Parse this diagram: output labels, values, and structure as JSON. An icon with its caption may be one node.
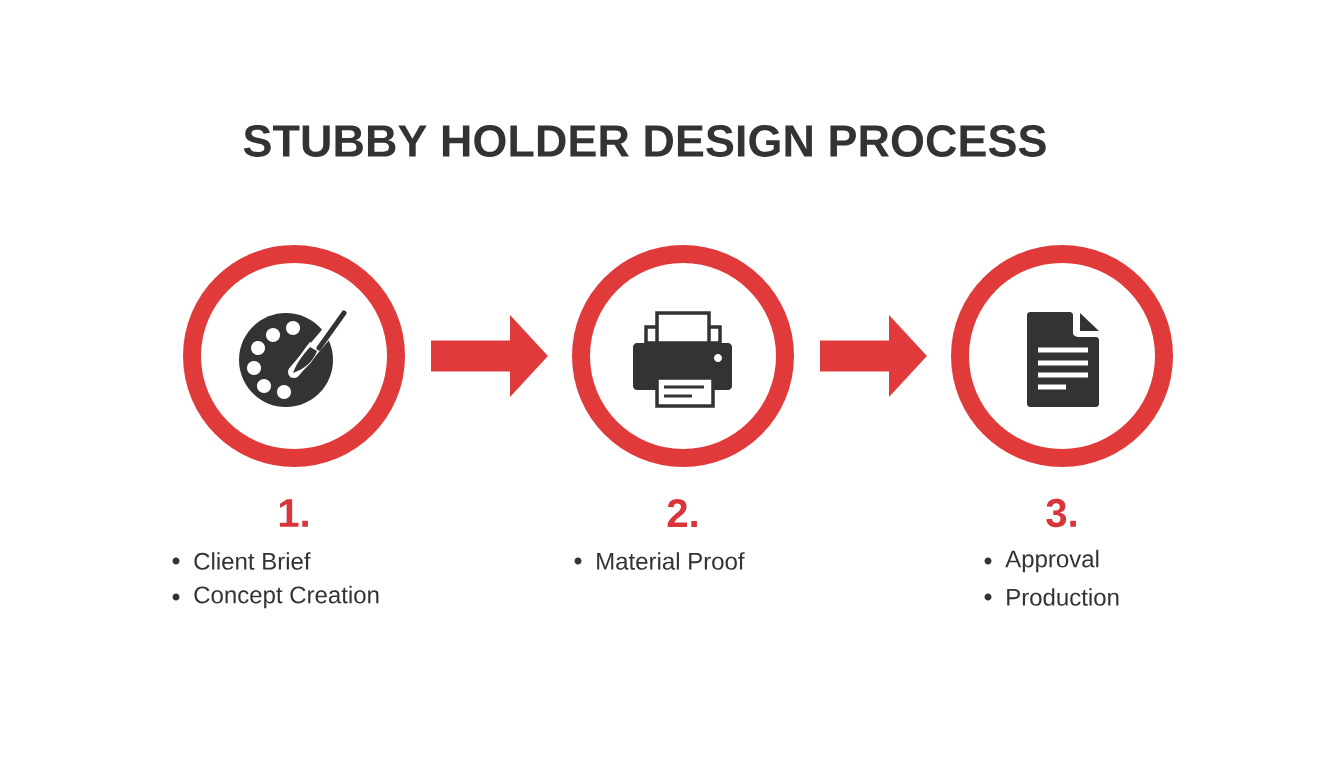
{
  "diagram": {
    "title": "STUBBY HOLDER DESIGN PROCESS",
    "nodes": [
      {
        "text": [],
        "shape": "circle",
        "beside": [
          "1.",
          "Client Brief",
          "Concept Creation"
        ]
      },
      {
        "text": [],
        "shape": "circle",
        "beside": [
          "2.",
          "Material Proof"
        ]
      },
      {
        "text": [],
        "shape": "circle",
        "beside": [
          "3.",
          "Approval",
          "Production"
        ]
      }
    ],
    "edges": [
      {
        "from": 0,
        "to": 1,
        "arrow": "to"
      },
      {
        "from": 1,
        "to": 2,
        "arrow": "to"
      }
    ]
  }
}
